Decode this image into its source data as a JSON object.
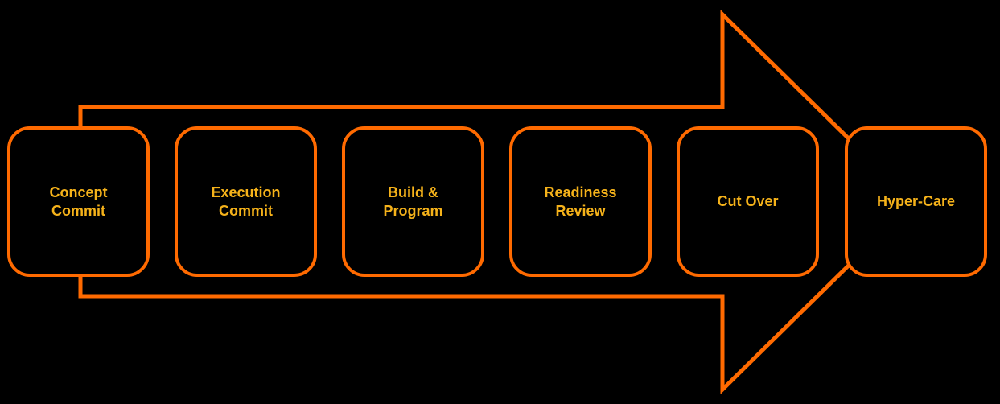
{
  "colors": {
    "background": "#000000",
    "outline": "#ff6a00",
    "label": "#f5b21a"
  },
  "phases": [
    {
      "label": "Concept\nCommit"
    },
    {
      "label": "Execution\nCommit"
    },
    {
      "label": "Build &\nProgram"
    },
    {
      "label": "Readiness\nReview"
    },
    {
      "label": "Cut Over"
    },
    {
      "label": "Hyper-Care"
    }
  ]
}
